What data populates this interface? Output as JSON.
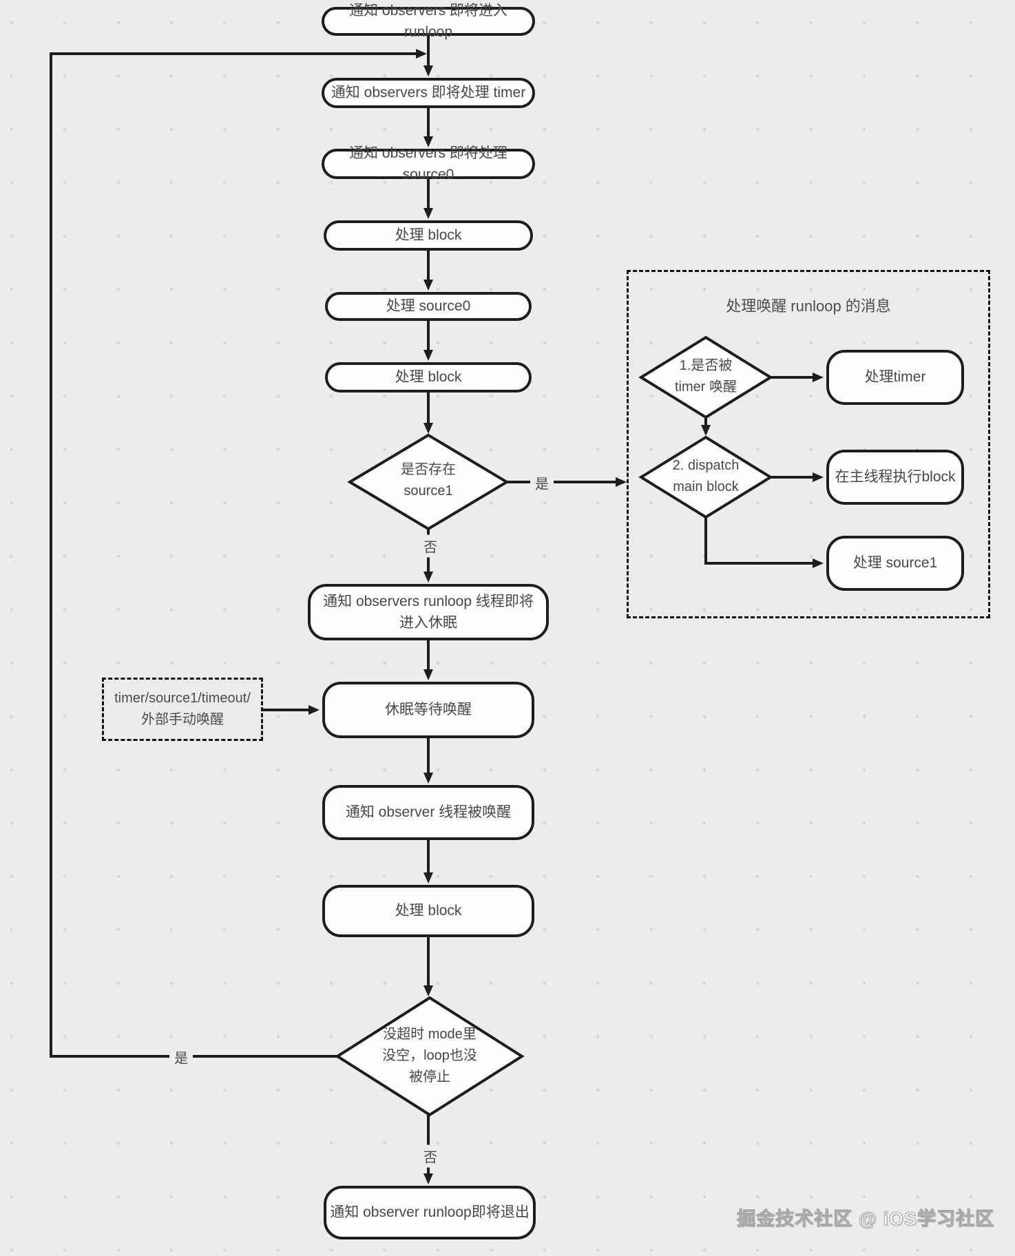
{
  "flow": {
    "nodes": {
      "enter": "通知 observers 即将进入 runloop",
      "notify_timer": "通知 observers 即将处理 timer",
      "notify_source0": "通知 observers 即将处理 source0",
      "block1": "处理 block",
      "source0": "处理 source0",
      "block2": "处理 block",
      "check_source1": "是否存在\nsource1",
      "sleep_notify": "通知 observers runloop 线程即将\n进入休眠",
      "sleep_wait": "休眠等待唤醒",
      "wake_notify": "通知 observer 线程被唤醒",
      "block3": "处理 block",
      "check_continue": "没超时 mode里\n没空，loop也没\n被停止",
      "exit": "通知 observer runloop即将退出"
    },
    "labels": {
      "yes_to_panel": "是",
      "no_to_sleep": "否",
      "yes_loop_back": "是",
      "no_to_exit": "否"
    },
    "wakeup_panel": {
      "title": "处理唤醒 runloop 的消息",
      "check_timer": "1.是否被\ntimer 唤醒",
      "handle_timer": "处理timer",
      "check_dispatch": "2. dispatch\nmain block",
      "main_block": "在主线程执行block",
      "handle_source1": "处理 source1"
    },
    "wake_sources_note": "timer/source1/timeout/\n外部手动唤醒",
    "watermark": "掘金技术社区 @ iOS学习社区",
    "colors": {
      "line": "#1d1d1d",
      "node_fill": "#fdfdfd",
      "text": "#484848",
      "background": "#ececeb"
    }
  }
}
